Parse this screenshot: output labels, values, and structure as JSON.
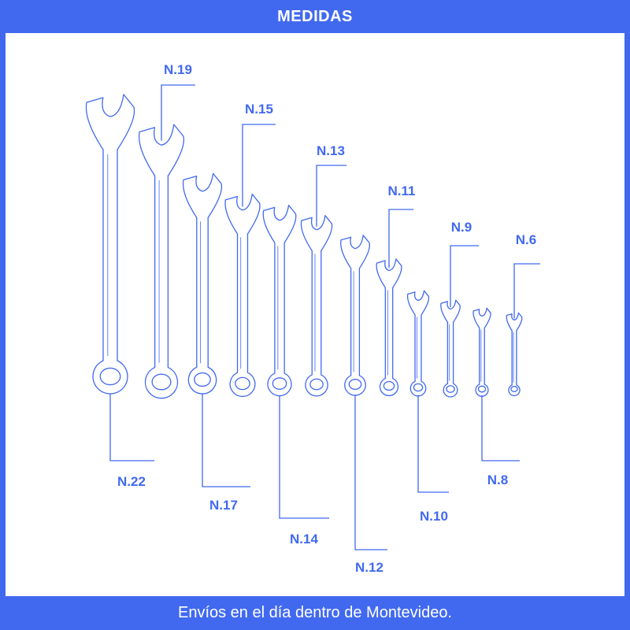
{
  "header": {
    "title": "MEDIDAS"
  },
  "footer": {
    "text": "Envíos en el día dentro de Montevideo."
  },
  "colors": {
    "brand_blue": "#4169F0",
    "panel": "#ffffff"
  },
  "wrenches": [
    {
      "label": "N.22"
    },
    {
      "label": "N.19"
    },
    {
      "label": "N.17"
    },
    {
      "label": "N.15"
    },
    {
      "label": "N.14"
    },
    {
      "label": "N.13"
    },
    {
      "label": "N.12"
    },
    {
      "label": "N.11"
    },
    {
      "label": "N.10"
    },
    {
      "label": "N.9"
    },
    {
      "label": "N.8"
    },
    {
      "label": "N.6"
    }
  ]
}
